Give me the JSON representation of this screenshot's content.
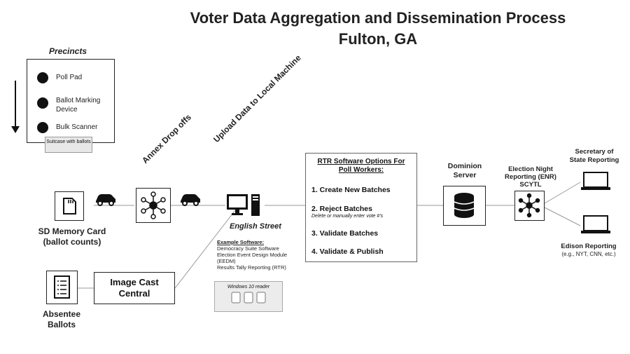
{
  "title": {
    "line1": "Voter Data Aggregation and Dissemination Process",
    "line2": "Fulton, GA"
  },
  "precincts": {
    "heading": "Precincts",
    "items": [
      "Poll Pad",
      "Ballot Marking Device",
      "Bulk Scanner"
    ],
    "suitcase": "Suitcase with ballots"
  },
  "sd_card": {
    "label_line1": "SD Memory Card",
    "label_line2": "(ballot counts)"
  },
  "annex": {
    "label": "Annex Drop offs"
  },
  "upload": {
    "label": "Upload Data to Local Machine"
  },
  "english_street": {
    "label": "English Street",
    "software_heading": "Example Software:",
    "software": [
      "Democracy Suite Software",
      "Election Event Design Module",
      "(EEDM)",
      "Results Tally Reporting (RTR)"
    ],
    "reader": "Windows 10 reader"
  },
  "absentee": {
    "label_line1": "Absentee",
    "label_line2": "Ballots"
  },
  "image_cast": {
    "line1": "Image Cast",
    "line2": "Central"
  },
  "rtr": {
    "heading_line1": "RTR Software Options For",
    "heading_line2": "Poll Workers:",
    "options": [
      "1.  Create New Batches",
      "2.  Reject Batches",
      "3.  Validate Batches",
      "4.  Validate & Publish"
    ],
    "reject_note": "Delete or manually enter vote #'s"
  },
  "dominion": {
    "line1": "Dominion",
    "line2": "Server"
  },
  "enr": {
    "line1": "Election Night",
    "line2": "Reporting (ENR)",
    "line3": "SCYTL"
  },
  "sos": {
    "line1": "Secretary of",
    "line2": "State Reporting"
  },
  "edison": {
    "line1": "Edison Reporting",
    "line2": "(e.g., NYT, CNN, etc.)"
  }
}
